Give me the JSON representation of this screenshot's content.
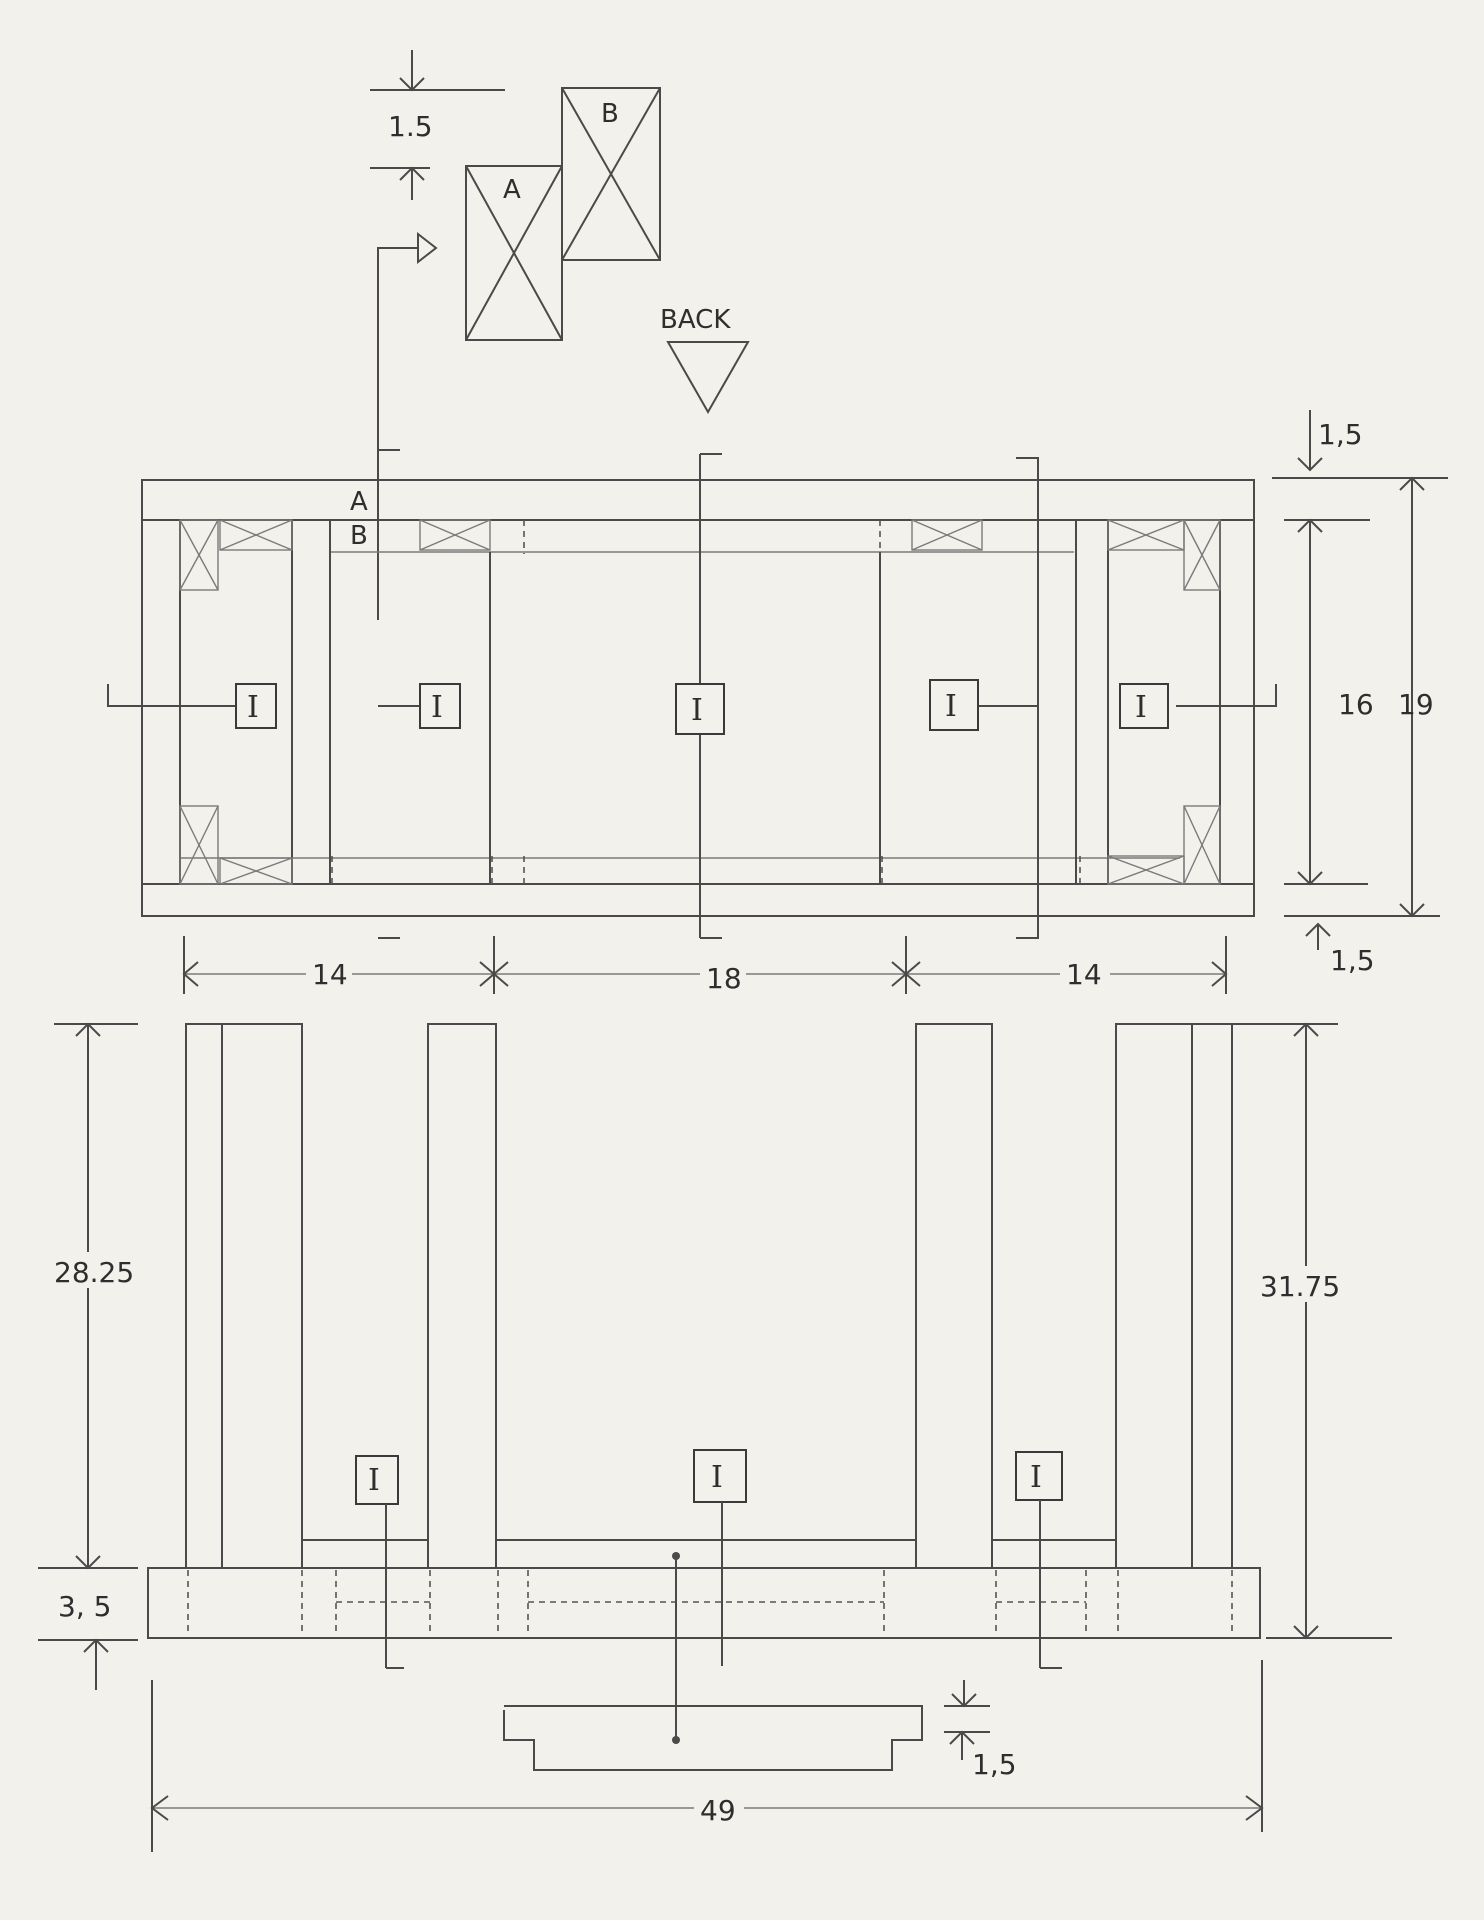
{
  "labels": {
    "view_direction": "BACK",
    "section_a": "A",
    "section_b": "B",
    "part_marker": "I"
  },
  "dimensions": {
    "top_thickness_lead": "1.5",
    "top_depth_outer": "19",
    "top_depth_inner": "16",
    "top_edge_top": "1,5",
    "top_edge_bottom": "1,5",
    "span_left": "14",
    "span_center": "18",
    "span_right": "14",
    "leg_height_left": "28.25",
    "leg_height_right": "31.75",
    "base_height": "3, 5",
    "detail_thickness": "1,5",
    "overall_width": "49"
  }
}
